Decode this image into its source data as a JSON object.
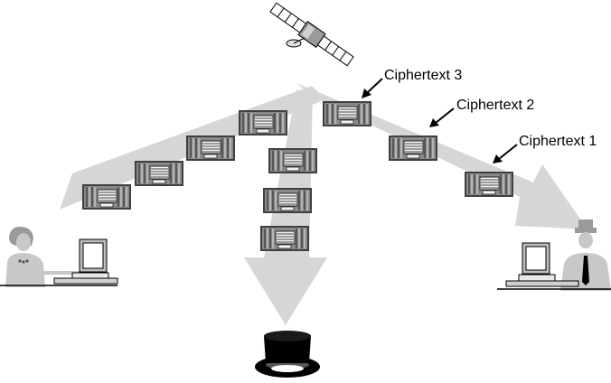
{
  "labels": {
    "ciphertext_1": "Ciphertext 1",
    "ciphertext_2": "Ciphertext 2",
    "ciphertext_3": "Ciphertext 3"
  },
  "icons": {
    "satellite": "satellite-icon",
    "sender": "woman-at-computer-icon",
    "receiver": "man-at-computer-icon",
    "eavesdropper": "top-hat-icon",
    "packet": "encrypted-packet-icon"
  },
  "colors": {
    "beam": "#d6d6d6",
    "packet_dark": "#5a5a5a",
    "packet_light": "#f2f2f2",
    "figure": "#c8c8c8"
  }
}
